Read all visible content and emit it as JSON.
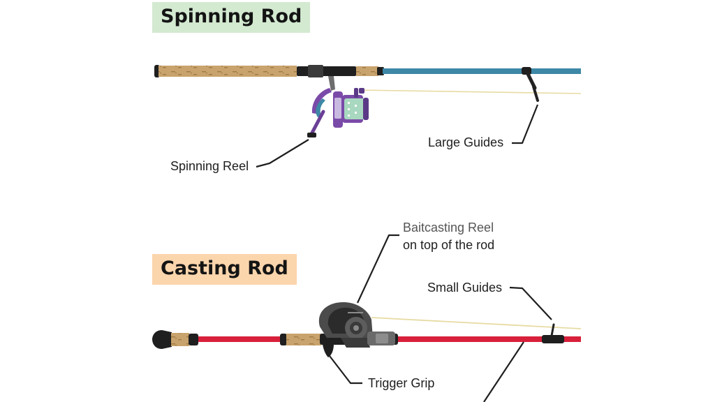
{
  "spinning": {
    "title": "Spinning Rod",
    "title_bg": "#d3ead0",
    "blank_color": "#3d88a6",
    "labels": {
      "reel": "Spinning Reel",
      "guides": "Large Guides"
    }
  },
  "casting": {
    "title": "Casting Rod",
    "title_bg": "#fbd5ac",
    "blank_color": "#d8203a",
    "labels": {
      "reel_line1": "Baitcasting Reel",
      "reel_line2": "on top of the rod",
      "guides": "Small Guides",
      "trigger": "Trigger Grip"
    }
  },
  "colors": {
    "cork": "#c9a36d",
    "cork_speck": "#a07a45",
    "handle_black": "#1f1f1f",
    "fishing_line": "#e7dba3",
    "reel_purple": "#7a4aa8",
    "reel_spool": "#a8d8bf",
    "reel_grey": "#6d6d6d",
    "leader": "#1e1e1e"
  }
}
